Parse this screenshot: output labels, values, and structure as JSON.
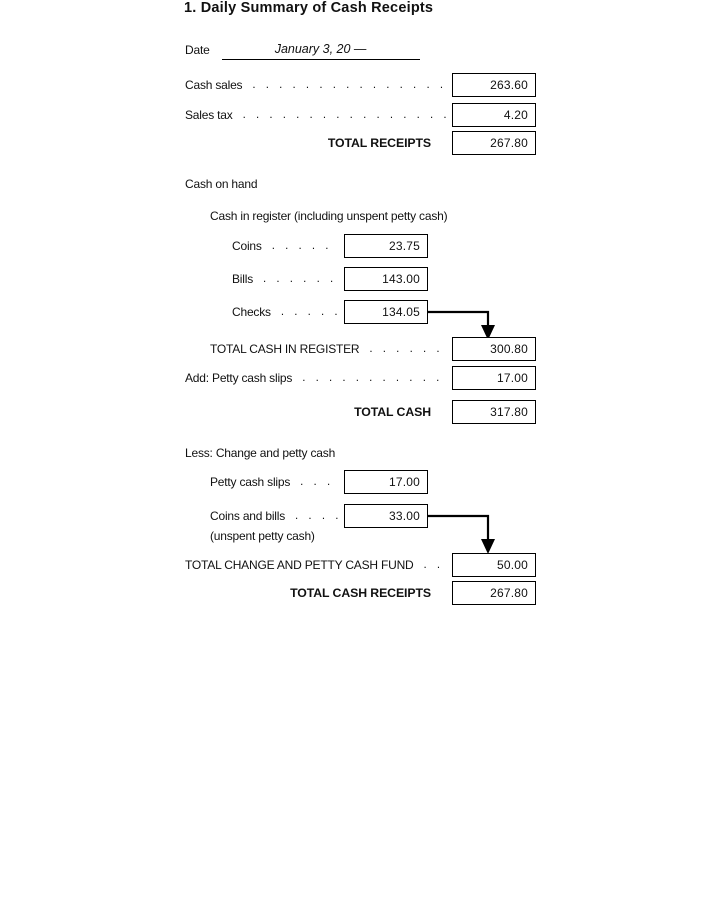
{
  "title": "1. Daily Summary of Cash Receipts",
  "date": {
    "label": "Date",
    "value": "January 3, 20 —"
  },
  "rows": {
    "cash_sales": {
      "label": "Cash sales",
      "dots": ". . . . . . . . . . . . . . . . . .",
      "value": "263.60"
    },
    "sales_tax": {
      "label": "Sales tax",
      "dots": ". . . . . . . . . . . . . . . . . .",
      "value": "4.20"
    },
    "total_receipts": {
      "label": "TOTAL RECEIPTS",
      "value": "267.80"
    },
    "cash_on_hand": {
      "label": "Cash on hand"
    },
    "cash_in_register_heading": {
      "label": "Cash in register (including unspent petty cash)"
    },
    "coins": {
      "label": "Coins",
      "dots": ". . . . . .",
      "value": "23.75"
    },
    "bills": {
      "label": "Bills",
      "dots": ". . . . . .",
      "value": "143.00"
    },
    "checks": {
      "label": "Checks",
      "dots": ". . . . . .",
      "value": "134.05"
    },
    "total_cash_in_register": {
      "label": "TOTAL CASH IN REGISTER",
      "dots": ". . . . . . .",
      "value": "300.80"
    },
    "add_petty_cash_slips": {
      "label": "Add: Petty cash slips",
      "dots": ". . . . . . . . . . . . .",
      "value": "17.00"
    },
    "total_cash": {
      "label": "TOTAL CASH",
      "value": "317.80"
    },
    "less_change_heading": {
      "label": "Less: Change and petty cash"
    },
    "petty_cash_slips": {
      "label": "Petty cash slips",
      "dots": ". . . .",
      "value": "17.00"
    },
    "coins_and_bills": {
      "label": "Coins and bills",
      "dots": ". . . .",
      "value": "33.00",
      "note": "(unspent petty cash)"
    },
    "total_change_fund": {
      "label": "TOTAL CHANGE AND PETTY CASH FUND",
      "dots": ". .",
      "value": "50.00"
    },
    "total_cash_receipts": {
      "label": "TOTAL CASH RECEIPTS",
      "value": "267.80"
    }
  }
}
